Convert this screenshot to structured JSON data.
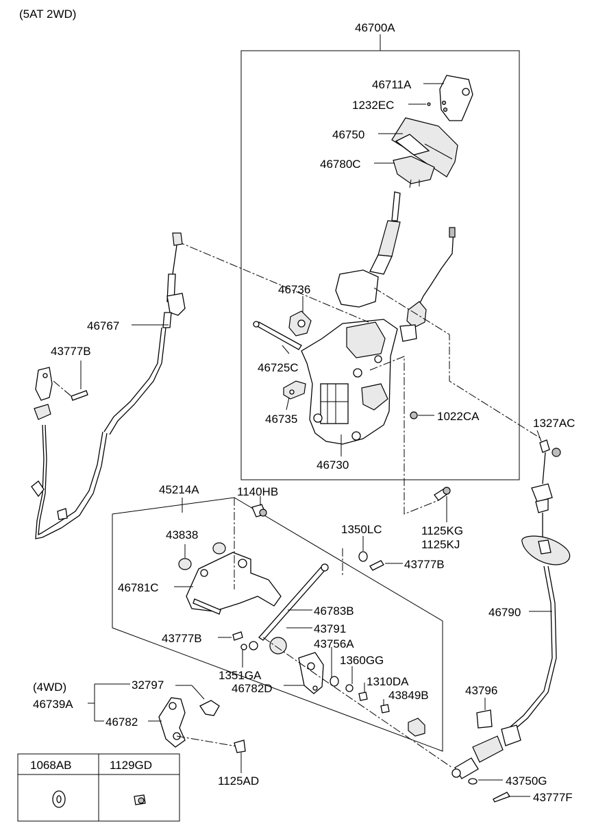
{
  "variant": "(5AT 2WD)",
  "variant_4wd": "(4WD)",
  "labels": {
    "p46700A": "46700A",
    "p46711A": "46711A",
    "p1232EC": "1232EC",
    "p46750": "46750",
    "p46780C": "46780C",
    "p46736": "46736",
    "p46767": "46767",
    "p43777B_a": "43777B",
    "p46725C": "46725C",
    "p46735": "46735",
    "p1022CA": "1022CA",
    "p46730": "46730",
    "p1327AC": "1327AC",
    "p45214A": "45214A",
    "p1140HB": "1140HB",
    "p43838": "43838",
    "p1350LC": "1350LC",
    "p1125KG": "1125KG",
    "p1125KJ": "1125KJ",
    "p43777B_b": "43777B",
    "p46781C": "46781C",
    "p46783B": "46783B",
    "p43791": "43791",
    "p46790": "46790",
    "p43777B_c": "43777B",
    "p43756A": "43756A",
    "p1360GG": "1360GG",
    "p1351GA": "1351GA",
    "p46782D": "46782D",
    "p1310DA": "1310DA",
    "p43849B": "43849B",
    "p43796": "43796",
    "p32797": "32797",
    "p46739A": "46739A",
    "p46782": "46782",
    "p1125AD": "1125AD",
    "p43750G": "43750G",
    "p43777F": "43777F"
  },
  "table": {
    "headers": [
      "1068AB",
      "1129GD"
    ]
  }
}
